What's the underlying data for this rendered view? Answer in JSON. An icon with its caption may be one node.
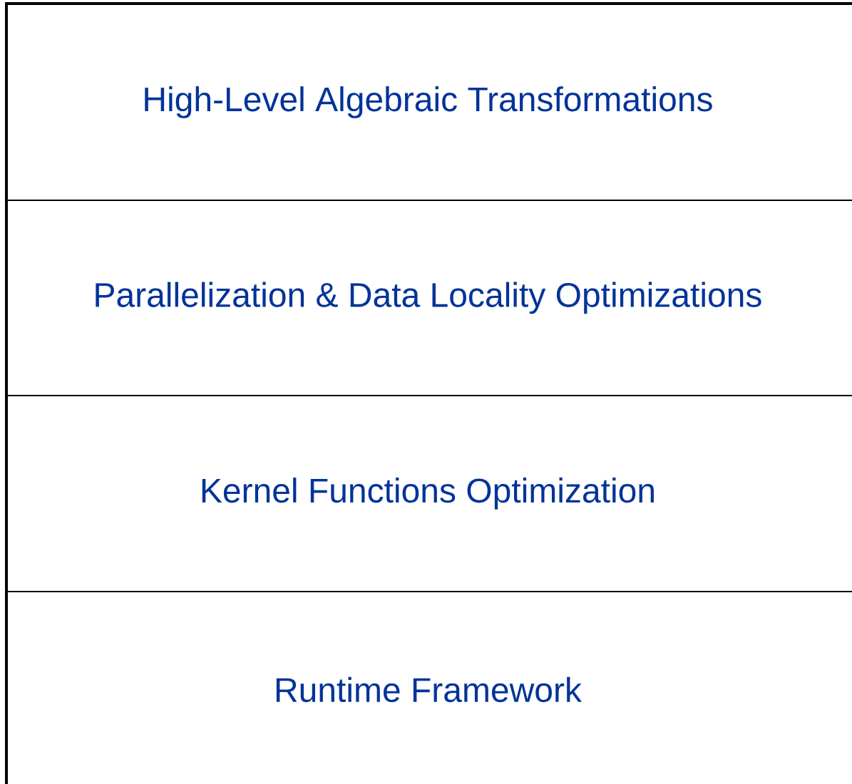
{
  "diagram": {
    "nodes": [
      {
        "text": [
          "High-Level Algebraic Transformations"
        ]
      },
      {
        "text": [
          "Parallelization & Data Locality Optimizations"
        ]
      },
      {
        "text": [
          "Kernel Functions Optimization"
        ]
      },
      {
        "text": [
          "Runtime Framework"
        ]
      }
    ]
  }
}
